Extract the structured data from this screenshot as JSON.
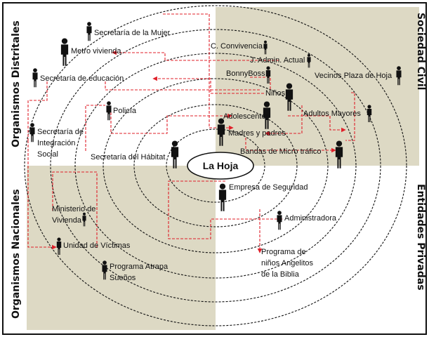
{
  "quadrants": {
    "top_left": "Organismos Distritales",
    "bottom_left": "Organismos Nacionales",
    "top_right": "Sociedad Civil",
    "bottom_right": "Entidades Privadas"
  },
  "center": "La Hoja",
  "actors": {
    "secretaria_mujer": "Secretaría de la Mujer",
    "metro_vivienda": "Metro vivienda",
    "secretaria_educacion": "Secretaría de educación",
    "policia": "Policía",
    "secretaria_integracion": [
      "Secretaría de",
      "Integración",
      "Social"
    ],
    "secretaria_habitat": "Secretaría del Hábitat",
    "c_convivencia": "C. Convivencia",
    "j_admin": "J. Admin. Actual",
    "bonnyboss": "BonnyBoss",
    "vecinos": "Vecinos Plaza de Hoja",
    "ninos": "Niños",
    "adultos_mayores": "Adultos Mayores",
    "adolescentes": "Adolescentes",
    "madres_padres": "Madres y padres",
    "bandas": "Bandas de Micro tráfico",
    "empresa_seguridad": "Empresa de Seguridad",
    "administradora": "Administradora",
    "ministerio_vivienda": [
      "Ministerio de",
      "Vivienda"
    ],
    "unidad_victimas": "Unidad de Víctimas",
    "programa_atrapa": [
      "Programa Atrapa",
      "Sueños"
    ],
    "programa_ninos": [
      "Programa de",
      "niños Angelitos",
      "de la Biblia"
    ]
  }
}
